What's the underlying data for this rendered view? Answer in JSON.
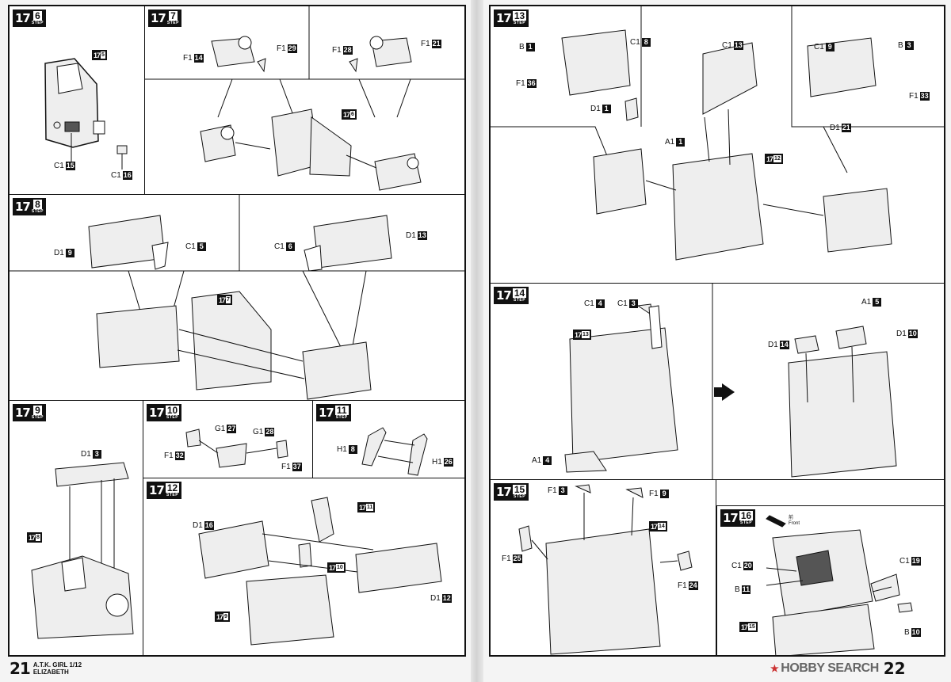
{
  "footer": {
    "left_page": "21",
    "left_title_line1": "A.T.K. GIRL 1/12",
    "left_title_line2": "ELIZABETH",
    "right_watermark": "HOBBY SEARCH",
    "right_page": "22"
  },
  "badge_label": "STEP",
  "steps": {
    "s6": {
      "num": "17",
      "sub": "6",
      "refs": [
        {
          "num": "17",
          "sub": "5"
        }
      ],
      "parts": [
        {
          "code": "C1",
          "n": "15"
        },
        {
          "code": "C1",
          "n": "16"
        }
      ]
    },
    "s7": {
      "num": "17",
      "sub": "7",
      "refs": [
        {
          "num": "17",
          "sub": "6"
        }
      ],
      "parts": [
        {
          "code": "F1",
          "n": "14"
        },
        {
          "code": "F1",
          "n": "29"
        },
        {
          "code": "F1",
          "n": "28"
        },
        {
          "code": "F1",
          "n": "21"
        }
      ]
    },
    "s8": {
      "num": "17",
      "sub": "8",
      "refs": [
        {
          "num": "17",
          "sub": "7"
        }
      ],
      "parts": [
        {
          "code": "D1",
          "n": "9"
        },
        {
          "code": "C1",
          "n": "5"
        },
        {
          "code": "C1",
          "n": "6"
        },
        {
          "code": "D1",
          "n": "13"
        }
      ]
    },
    "s9": {
      "num": "17",
      "sub": "9",
      "refs": [
        {
          "num": "17",
          "sub": "8"
        }
      ],
      "parts": [
        {
          "code": "D1",
          "n": "3"
        }
      ]
    },
    "s10": {
      "num": "17",
      "sub": "10",
      "parts": [
        {
          "code": "G1",
          "n": "27"
        },
        {
          "code": "G1",
          "n": "28"
        },
        {
          "code": "F1",
          "n": "32"
        },
        {
          "code": "F1",
          "n": "37"
        }
      ]
    },
    "s11": {
      "num": "17",
      "sub": "11",
      "parts": [
        {
          "code": "H1",
          "n": "8"
        },
        {
          "code": "H1",
          "n": "26"
        }
      ]
    },
    "s12": {
      "num": "17",
      "sub": "12",
      "refs": [
        {
          "num": "17",
          "sub": "11"
        },
        {
          "num": "17",
          "sub": "10"
        },
        {
          "num": "17",
          "sub": "9"
        }
      ],
      "parts": [
        {
          "code": "D1",
          "n": "16"
        },
        {
          "code": "D1",
          "n": "12"
        }
      ]
    },
    "s13": {
      "num": "17",
      "sub": "13",
      "refs": [
        {
          "num": "17",
          "sub": "12"
        }
      ],
      "parts": [
        {
          "code": "B",
          "n": "1"
        },
        {
          "code": "C1",
          "n": "8"
        },
        {
          "code": "F1",
          "n": "36"
        },
        {
          "code": "D1",
          "n": "1"
        },
        {
          "code": "C1",
          "n": "13"
        },
        {
          "code": "A1",
          "n": "1"
        },
        {
          "code": "C1",
          "n": "9"
        },
        {
          "code": "B",
          "n": "3"
        },
        {
          "code": "F1",
          "n": "33"
        },
        {
          "code": "D1",
          "n": "21"
        }
      ]
    },
    "s14": {
      "num": "17",
      "sub": "14",
      "refs": [
        {
          "num": "17",
          "sub": "13"
        }
      ],
      "parts": [
        {
          "code": "C1",
          "n": "4"
        },
        {
          "code": "C1",
          "n": "3"
        },
        {
          "code": "A1",
          "n": "4"
        },
        {
          "code": "A1",
          "n": "5"
        },
        {
          "code": "D1",
          "n": "14"
        },
        {
          "code": "D1",
          "n": "10"
        }
      ]
    },
    "s15": {
      "num": "17",
      "sub": "15",
      "refs": [
        {
          "num": "17",
          "sub": "14"
        }
      ],
      "parts": [
        {
          "code": "F1",
          "n": "3"
        },
        {
          "code": "F1",
          "n": "9"
        },
        {
          "code": "F1",
          "n": "25"
        },
        {
          "code": "F1",
          "n": "24"
        }
      ]
    },
    "s16": {
      "num": "17",
      "sub": "16",
      "refs": [
        {
          "num": "17",
          "sub": "15"
        }
      ],
      "front_jp": "前",
      "front_en": "Front",
      "parts": [
        {
          "code": "C1",
          "n": "20"
        },
        {
          "code": "C1",
          "n": "19"
        },
        {
          "code": "B",
          "n": "11"
        },
        {
          "code": "B",
          "n": "10"
        }
      ]
    }
  },
  "colors": {
    "ink": "#111111",
    "paper": "#ffffff",
    "part_fill": "#e9e9e9",
    "shade": "#555555"
  }
}
